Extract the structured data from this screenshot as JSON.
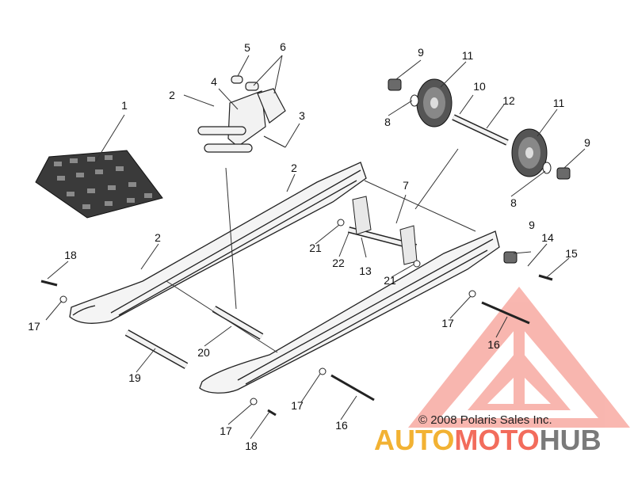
{
  "callouts": {
    "c1": "1",
    "c2a": "2",
    "c2b": "2",
    "c2c": "2",
    "c3": "3",
    "c4": "4",
    "c5": "5",
    "c6": "6",
    "c7": "7",
    "c8a": "8",
    "c8b": "8",
    "c9a": "9",
    "c9b": "9",
    "c9c": "9",
    "c10": "10",
    "c11a": "11",
    "c11b": "11",
    "c12": "12",
    "c13": "13",
    "c14": "14",
    "c15": "15",
    "c16a": "16",
    "c16b": "16",
    "c17a": "17",
    "c17b": "17",
    "c17c": "17",
    "c17d": "17",
    "c18a": "18",
    "c18b": "18",
    "c19": "19",
    "c20": "20",
    "c21a": "21",
    "c21b": "21",
    "c22": "22"
  },
  "copyright": "© 2008 Polaris Sales Inc.",
  "watermark": {
    "part1": "AUTO",
    "part2": "MOTO",
    "part3": "HUB",
    "colors": {
      "auto": "#f2b233",
      "moto": "#f26c5c",
      "hub": "#7a7a7a",
      "logo": "#f26c5c"
    }
  }
}
